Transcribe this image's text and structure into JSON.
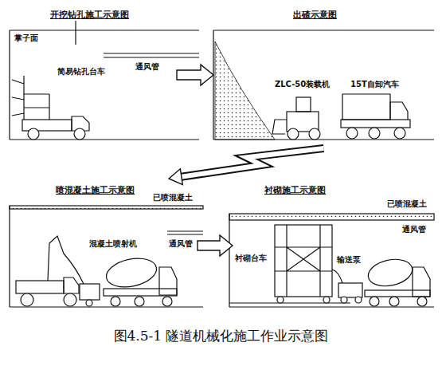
{
  "diagram": {
    "caption": "图4.5-1 隧道机械化施工作业示意图",
    "nodes": [
      {
        "text": [
          "开挖钻孔施工示意图"
        ]
      },
      {
        "text": [
          "出碴示意图"
        ]
      },
      {
        "text": [
          "喷混凝土施工示意图"
        ]
      },
      {
        "text": [
          "衬砌施工示意图"
        ]
      }
    ],
    "edges": [
      {
        "from": 0,
        "to": 1,
        "arrow": "to"
      },
      {
        "from": 1,
        "to": 2,
        "arrow": "to"
      },
      {
        "from": 2,
        "to": 3,
        "arrow": "to"
      }
    ],
    "labels": [
      "掌子面",
      "简易钻孔台车",
      "通风管",
      "ZLC-50装载机",
      "15T自卸汽车",
      "已喷混凝土",
      "混凝土喷射机",
      "通风管",
      "已喷混凝土",
      "通风管",
      "衬砌台车",
      "输送泵"
    ]
  }
}
